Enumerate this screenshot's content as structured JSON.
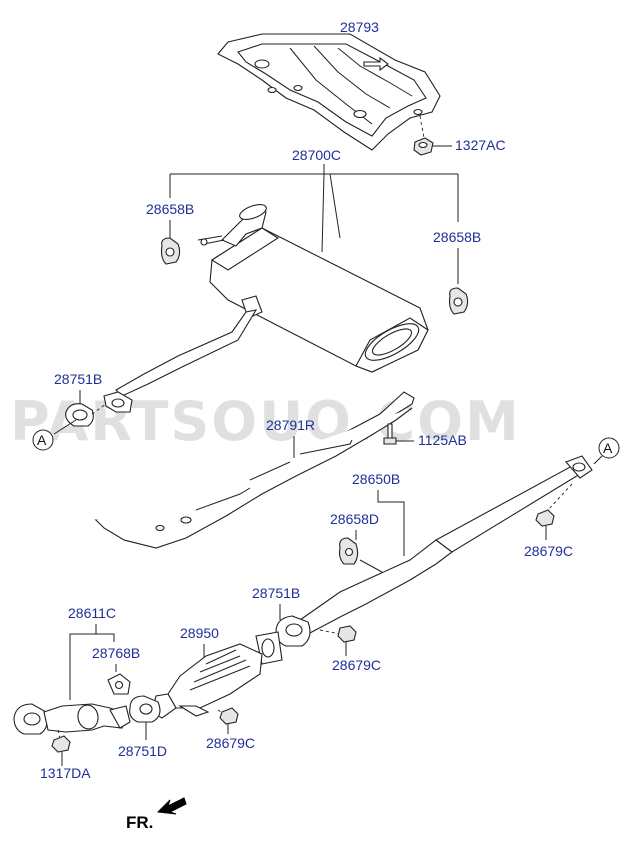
{
  "watermark": "PARTSOUQ.COM",
  "orientation": {
    "label": "FR."
  },
  "ref_markers": [
    "A",
    "A"
  ],
  "labels": {
    "heat_protector": "28793",
    "heat_protector_nut": "1327AC",
    "muffler_assy": "28700C",
    "hanger_left": "28658B",
    "hanger_right": "28658B",
    "gasket_muffler": "28751B",
    "tunnel_protector": "28791R",
    "tunnel_bolt": "1125AB",
    "center_pipe": "28650B",
    "center_hanger": "28658D",
    "center_nut": "28679C",
    "gasket_front": "28751B",
    "front_nut": "28679C",
    "converter": "28950",
    "converter_nut": "28679C",
    "front_pipe": "28611C",
    "front_gasket_b": "28768B",
    "front_gasket_d": "28751D",
    "front_stud_nut": "1317DA"
  }
}
